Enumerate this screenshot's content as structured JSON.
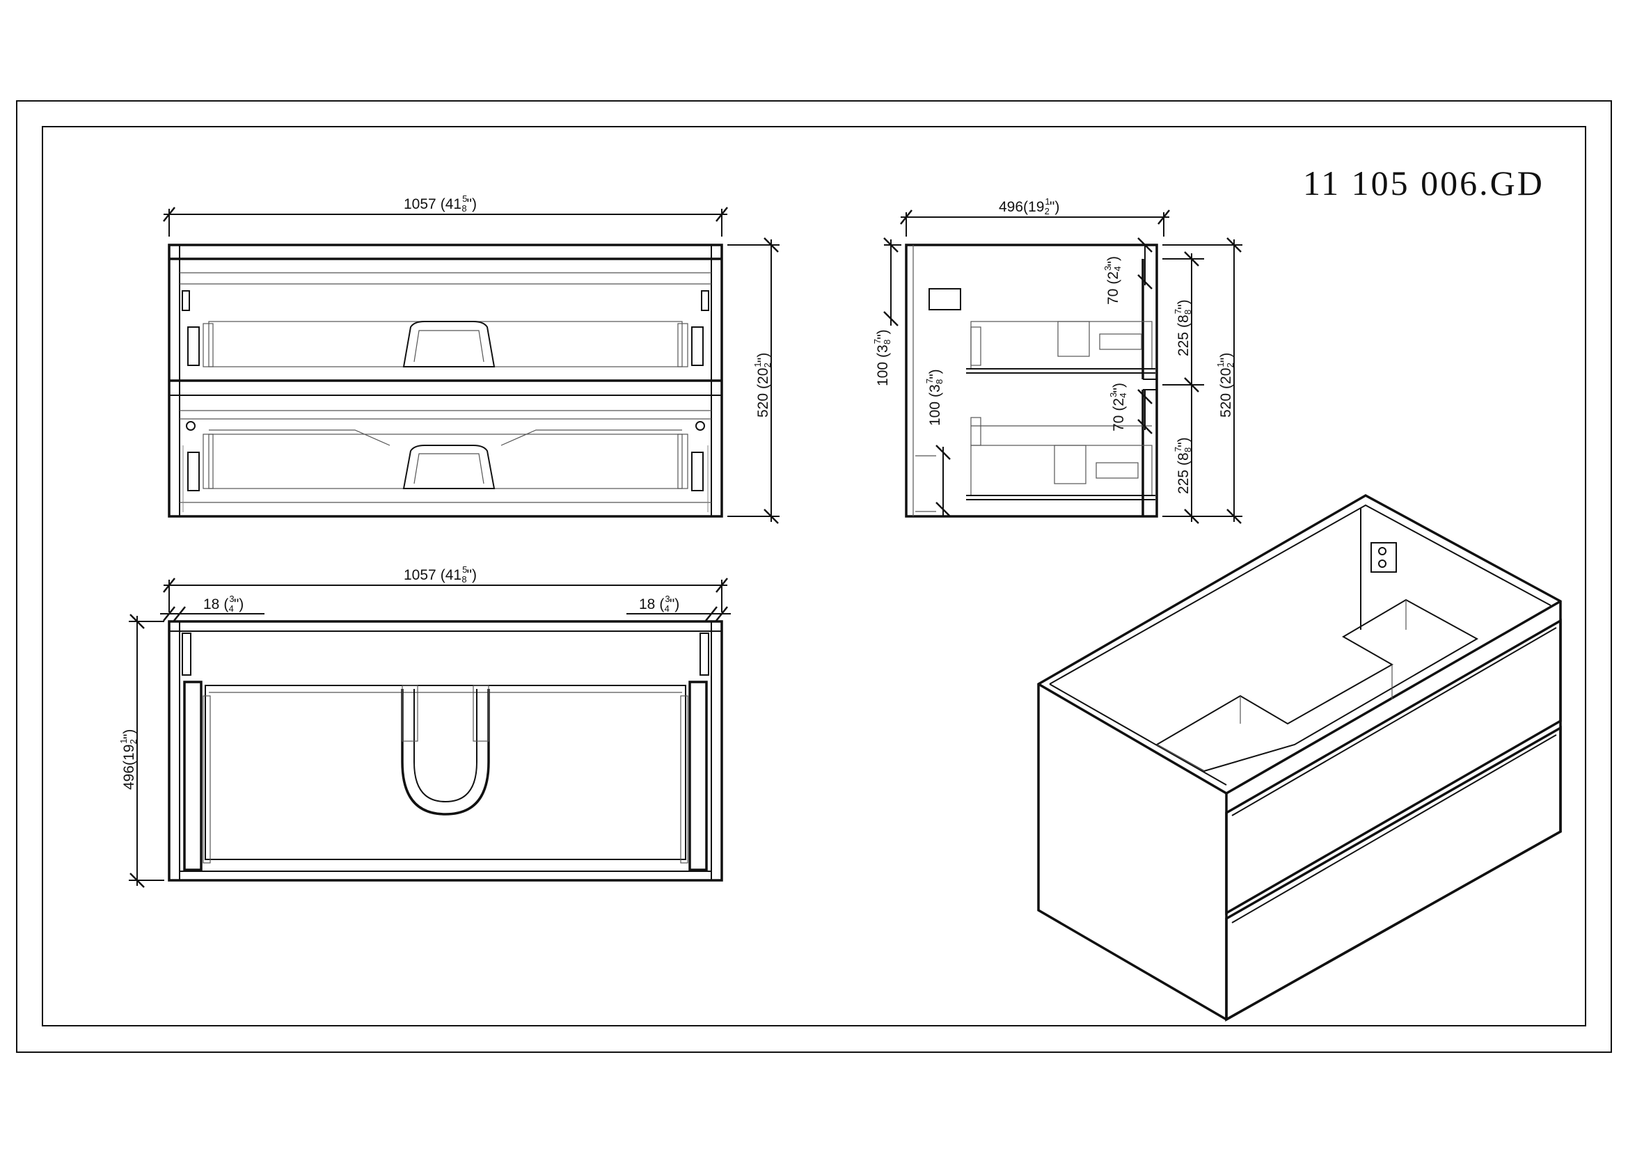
{
  "drawing": {
    "product_code": "11 105 006.GD"
  },
  "front_view": {
    "width_dim": {
      "mm": "1057",
      "inch_whole": "(41",
      "frac_num": "5",
      "frac_den": "8",
      "close": "\")"
    },
    "height_dim": {
      "mm": "520",
      "inch_whole": "(20",
      "frac_num": "1",
      "frac_den": "2",
      "close": "\")"
    }
  },
  "side_view": {
    "depth_dim": {
      "mm": "496",
      "inch_whole": "(19",
      "frac_num": "1",
      "frac_den": "2",
      "close": "\")"
    },
    "height_dim": {
      "mm": "520",
      "inch_whole": "(20",
      "frac_num": "1",
      "frac_den": "2",
      "close": "\")"
    },
    "top_gap_dim": {
      "mm": "70",
      "inch_whole": "(2",
      "frac_num": "3",
      "frac_den": "4",
      "close": "\")"
    },
    "mid_gap_dim": {
      "mm": "70",
      "inch_whole": "(2",
      "frac_num": "3",
      "frac_den": "4",
      "close": "\")"
    },
    "upper_drawer_dim": {
      "mm": "225",
      "inch_whole": "(8",
      "frac_num": "7",
      "frac_den": "8",
      "close": "\")"
    },
    "lower_drawer_dim": {
      "mm": "225",
      "inch_whole": "(8",
      "frac_num": "7",
      "frac_den": "8",
      "close": "\")"
    },
    "outer_offset_dim": {
      "mm": "100",
      "inch_whole": "(3",
      "frac_num": "7",
      "frac_den": "8",
      "close": "\")"
    },
    "inner_offset_dim": {
      "mm": "100",
      "inch_whole": "(3",
      "frac_num": "7",
      "frac_den": "8",
      "close": "\")"
    }
  },
  "top_view": {
    "width_dim": {
      "mm": "1057",
      "inch_whole": "(41",
      "frac_num": "5",
      "frac_den": "8",
      "close": "\")"
    },
    "depth_dim": {
      "mm": "496",
      "inch_whole": "(19",
      "frac_num": "1",
      "frac_den": "2",
      "close": "\")"
    },
    "left_panel_dim": {
      "mm": "18",
      "inch_whole": "(",
      "frac_num": "3",
      "frac_den": "4",
      "close": "\")"
    },
    "right_panel_dim": {
      "mm": "18",
      "inch_whole": "(",
      "frac_num": "3",
      "frac_den": "4",
      "close": "\")"
    }
  }
}
